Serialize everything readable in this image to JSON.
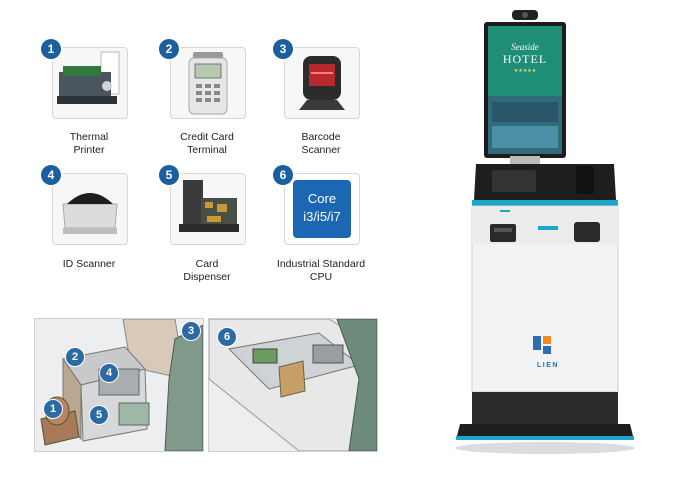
{
  "components": [
    {
      "number": "1",
      "label_line1": "Thermal",
      "label_line2": "Printer"
    },
    {
      "number": "2",
      "label_line1": "Credit Card",
      "label_line2": "Terminal"
    },
    {
      "number": "3",
      "label_line1": "Barcode",
      "label_line2": "Scanner"
    },
    {
      "number": "4",
      "label_line1": "ID Scanner",
      "label_line2": ""
    },
    {
      "number": "5",
      "label_line1": "Card",
      "label_line2": "Dispenser"
    },
    {
      "number": "6",
      "label_line1": "Industrial Standard",
      "label_line2": "CPU"
    }
  ],
  "cpu_tile": {
    "line1": "Core",
    "line2": "i3/i5/i7"
  },
  "drawing_left": {
    "badges": [
      "1",
      "2",
      "3",
      "4",
      "5"
    ]
  },
  "drawing_right": {
    "badges": [
      "6"
    ]
  },
  "kiosk": {
    "screen_title1": "Seaside",
    "screen_title2": "HOTEL",
    "stars": "★★★★★",
    "brand": "LIEN"
  },
  "colors": {
    "badge": "#1b5f9e",
    "accent": "#1aa7c9",
    "cpu": "#1b67b3"
  }
}
